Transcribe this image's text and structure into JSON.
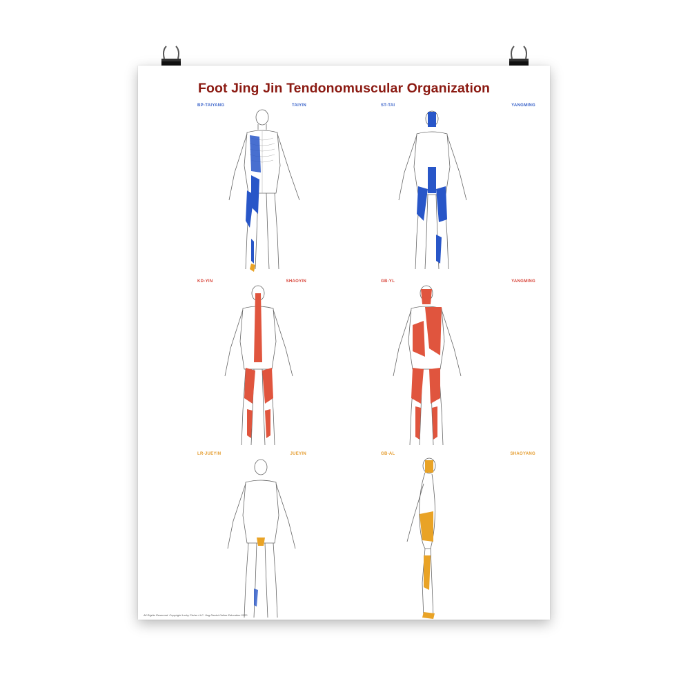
{
  "title": "Foot Jing Jin Tendonomuscular Organization",
  "footer": "All Rights Reserved. Copyright Lucky Fisher LLC. Jing Daoist Online Education 2020",
  "colors": {
    "title": "#8b1a12",
    "tai_yang": "#2856c8",
    "shao_yang": "#e0553e",
    "yang_ming": "#e9a326",
    "header_blue": "#3a63c9",
    "header_red": "#d8453a",
    "header_orange": "#e49a2a"
  },
  "panels": [
    {
      "left": "BP-TAIYANG",
      "right": "TAIYIN"
    },
    {
      "left": "ST-TAI",
      "right": "YANGMING"
    },
    {
      "left": "KD-YIN",
      "right": "SHAOYIN"
    },
    {
      "left": "GB-YL",
      "right": "YANGMING"
    },
    {
      "left": "LR-JUEYIN",
      "right": "JUEYIN"
    },
    {
      "left": "GB-AL",
      "right": "SHAOYANG"
    }
  ]
}
